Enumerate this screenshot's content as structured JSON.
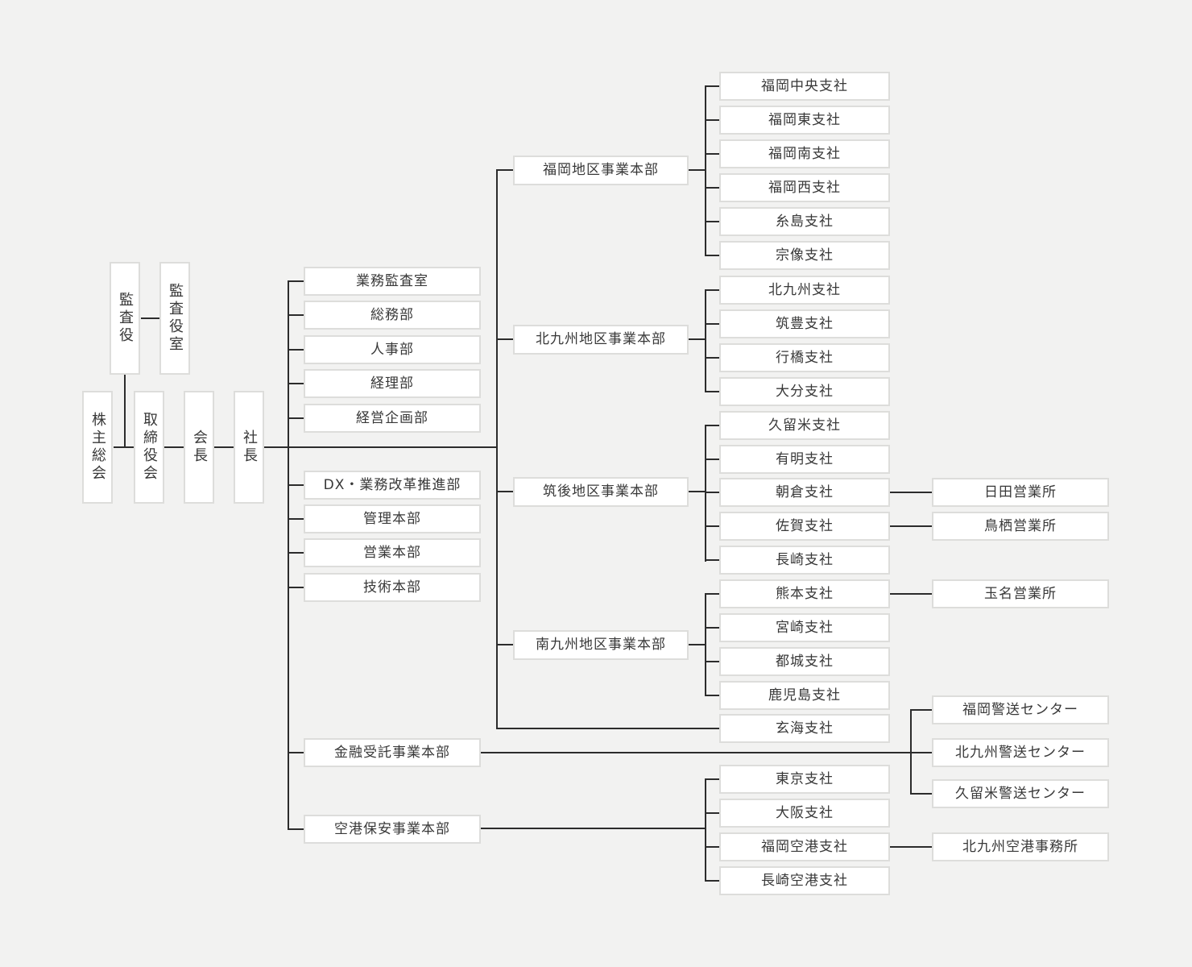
{
  "governance": {
    "shareholders_meeting": "株主総会",
    "board_of_directors": "取締役会",
    "chairman": "会長",
    "president": "社長",
    "auditor": "監査役",
    "auditor_office": "監査役室"
  },
  "staff_departments": [
    "業務監査室",
    "総務部",
    "人事部",
    "経理部",
    "経営企画部"
  ],
  "corporate_divisions": [
    "DX・業務改革推進部",
    "管理本部",
    "営業本部",
    "技術本部"
  ],
  "regional_headquarters": [
    {
      "name": "福岡地区事業本部",
      "branches": [
        "福岡中央支社",
        "福岡東支社",
        "福岡南支社",
        "福岡西支社",
        "糸島支社",
        "宗像支社"
      ]
    },
    {
      "name": "北九州地区事業本部",
      "branches": [
        "北九州支社",
        "筑豊支社",
        "行橋支社",
        "大分支社"
      ]
    },
    {
      "name": "筑後地区事業本部",
      "branches": [
        "久留米支社",
        "有明支社",
        "朝倉支社",
        "佐賀支社",
        "長崎支社"
      ],
      "sales_offices": [
        "日田営業所",
        "鳥栖営業所"
      ]
    },
    {
      "name": "南九州地区事業本部",
      "branches": [
        "熊本支社",
        "宮崎支社",
        "都城支社",
        "鹿児島支社"
      ],
      "sales_offices": [
        "玉名営業所"
      ]
    }
  ],
  "direct_branch": "玄海支社",
  "business_headquarters": {
    "financial_trust": {
      "name": "金融受託事業本部",
      "centers": [
        "福岡警送センター",
        "北九州警送センター",
        "久留米警送センター"
      ]
    },
    "airport_security": {
      "name": "空港保安事業本部",
      "branches": [
        "東京支社",
        "大阪支社",
        "福岡空港支社",
        "長崎空港支社"
      ],
      "office": "北九州空港事務所"
    }
  },
  "colors": {
    "background": "#f2f2f1",
    "box_fill": "#ffffff",
    "box_border": "#dddddb",
    "line": "#2c2c2c",
    "text": "#383838"
  }
}
